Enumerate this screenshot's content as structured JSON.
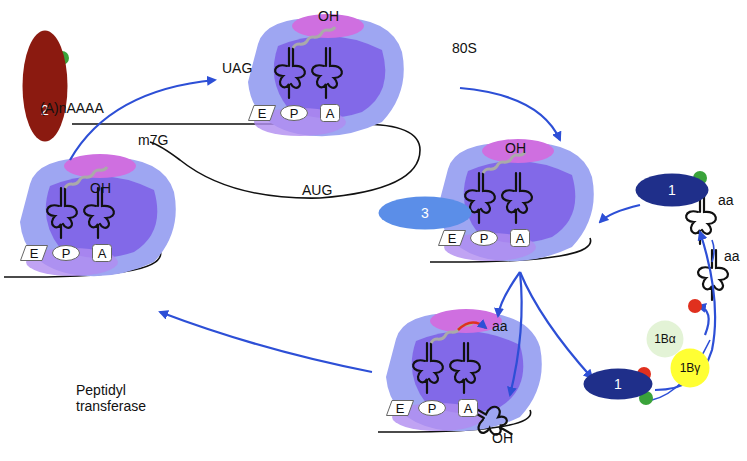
{
  "diagram": {
    "nodes": [
      {
        "text": [
          "E"
        ]
      },
      {
        "text": [
          "P"
        ]
      },
      {
        "text": [
          "A"
        ]
      },
      {
        "text": [
          "2"
        ]
      },
      {
        "text": [
          "E"
        ]
      },
      {
        "text": [
          "P"
        ]
      },
      {
        "text": [
          "A"
        ]
      },
      {
        "text": [
          "3"
        ]
      },
      {
        "text": [
          "E"
        ]
      },
      {
        "text": [
          "P"
        ]
      },
      {
        "text": [
          "A"
        ]
      },
      {
        "text": [
          "1"
        ]
      },
      {
        "text": [
          "E"
        ]
      },
      {
        "text": [
          "P"
        ]
      },
      {
        "text": [
          "A"
        ]
      },
      {
        "text": [
          "1"
        ]
      },
      {
        "text": [
          "1Bα"
        ]
      },
      {
        "text": [
          "1Bγ"
        ]
      }
    ],
    "labels": [
      "OH",
      "UAG",
      "(A)nAAAA",
      "80S",
      "m7G",
      "AUG",
      "OH",
      "OH",
      "aa",
      "aa",
      "aa",
      "OH",
      "Peptidyl transferase"
    ]
  }
}
